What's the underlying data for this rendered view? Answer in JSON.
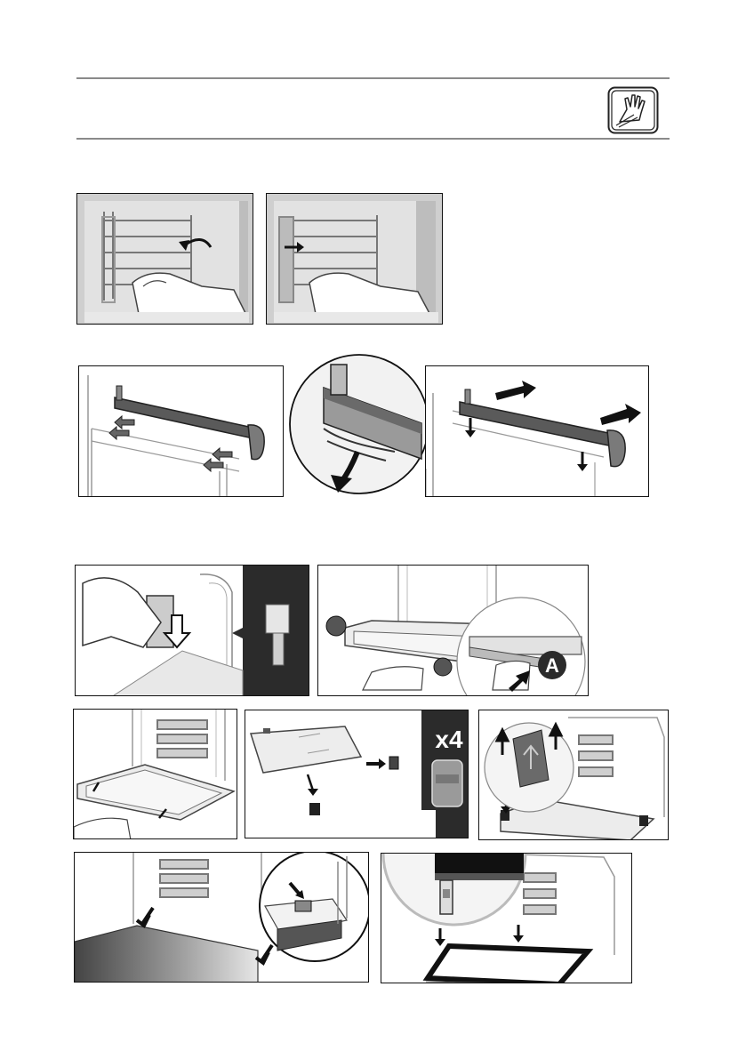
{
  "header": {
    "icon": "cleaning-hand-icon"
  },
  "labels": {
    "callout_a": "A",
    "multiplier": "x4"
  },
  "colors": {
    "rule": "#8a8a8a",
    "outline": "#111111",
    "dark_panel": "#2b2b2b",
    "rail": "#5a5a5a",
    "photo_wall": "#d4d4d4"
  },
  "illustrations": [
    {
      "id": "rack-remove-step-1",
      "icon": "rack-tilt-icon"
    },
    {
      "id": "rack-remove-step-2",
      "icon": "rack-slide-icon"
    },
    {
      "id": "rail-release",
      "icon": "telescopic-rail-icon"
    },
    {
      "id": "rail-clip-detail",
      "icon": "magnifier-detail-icon"
    },
    {
      "id": "rail-slide-out",
      "icon": "rail-pull-icon"
    },
    {
      "id": "door-hinge-lock",
      "icon": "hinge-lock-icon"
    },
    {
      "id": "door-glass-release",
      "icon": "glass-release-icon"
    },
    {
      "id": "door-glass-lift",
      "icon": "glass-lift-icon"
    },
    {
      "id": "glass-spacers",
      "icon": "spacer-icon"
    },
    {
      "id": "glass-refit-arrows",
      "icon": "refit-icon"
    },
    {
      "id": "glass-reinsert",
      "icon": "reinsert-icon"
    },
    {
      "id": "glass-seal-check",
      "icon": "seal-check-icon"
    }
  ]
}
